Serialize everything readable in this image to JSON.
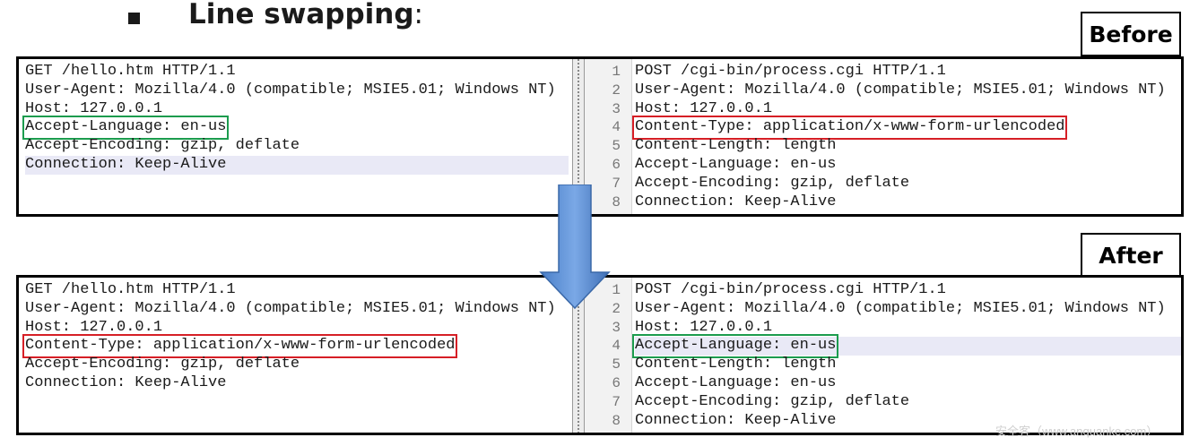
{
  "header": {
    "title_bold": "Line swapping",
    "title_colon": ":"
  },
  "labels": {
    "before": "Before",
    "after": "After"
  },
  "before": {
    "left_lines": [
      "GET /hello.htm HTTP/1.1",
      "User-Agent: Mozilla/4.0 (compatible; MSIE5.01; Windows NT)",
      "Host: 127.0.0.1",
      "Accept-Language: en-us",
      "Accept-Encoding: gzip, deflate",
      "Connection: Keep-Alive"
    ],
    "right_numbers": [
      "1",
      "2",
      "3",
      "4",
      "5",
      "6",
      "7",
      "8"
    ],
    "right_lines": [
      "POST /cgi-bin/process.cgi HTTP/1.1",
      "User-Agent: Mozilla/4.0 (compatible; MSIE5.01; Windows NT)",
      "Host: 127.0.0.1",
      "Content-Type: application/x-www-form-urlencoded",
      "Content-Length: length",
      "Accept-Language: en-us",
      "Accept-Encoding: gzip, deflate",
      "Connection: Keep-Alive"
    ]
  },
  "after": {
    "left_lines": [
      "GET /hello.htm HTTP/1.1",
      "User-Agent: Mozilla/4.0 (compatible; MSIE5.01; Windows NT)",
      "Host: 127.0.0.1",
      "Content-Type: application/x-www-form-urlencoded",
      "Accept-Encoding: gzip, deflate",
      "Connection: Keep-Alive"
    ],
    "right_numbers": [
      "1",
      "2",
      "3",
      "4",
      "5",
      "6",
      "7",
      "8"
    ],
    "right_lines": [
      "POST /cgi-bin/process.cgi HTTP/1.1",
      "User-Agent: Mozilla/4.0 (compatible; MSIE5.01; Windows NT)",
      "Host: 127.0.0.1",
      "Accept-Language: en-us",
      "Content-Length: length",
      "Accept-Language: en-us",
      "Accept-Encoding: gzip, deflate",
      "Connection: Keep-Alive"
    ]
  },
  "colors": {
    "green_box": "#1c9c4e",
    "red_box": "#d61f26",
    "arrow": "#5b8fd6"
  },
  "icons": {
    "arrow": "down-arrow-icon",
    "bullet": "square-bullet-icon"
  },
  "watermark": "安全客（www.anquanke.com）"
}
